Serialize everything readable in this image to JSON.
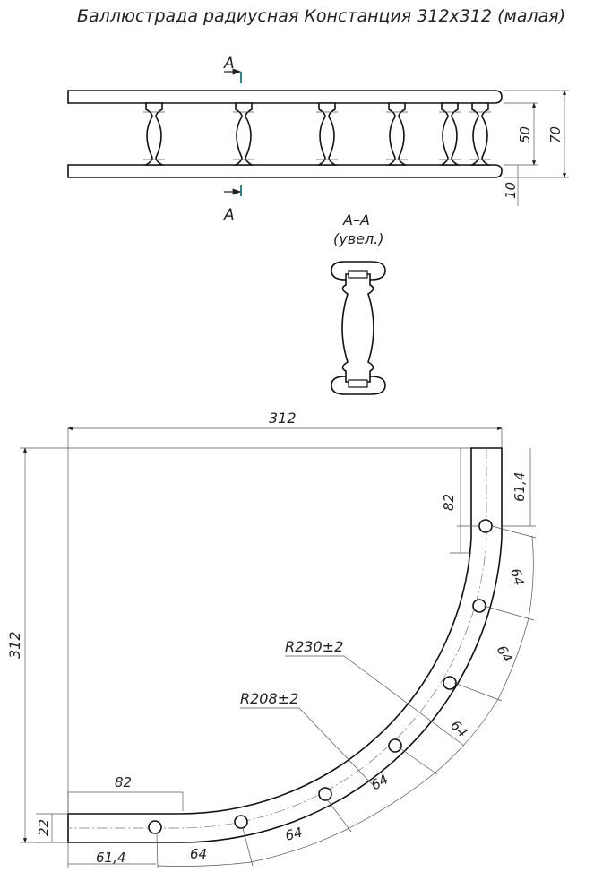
{
  "title": "Баллюстрада радиусная Констанция 312x312 (малая)",
  "section_label": "A",
  "section_view": {
    "title": "A–A",
    "subtitle": "(увел.)"
  },
  "side_view_dims": {
    "inner": "50",
    "outer": "70",
    "thickness": "10"
  },
  "plan_dims": {
    "width": "312",
    "height": "312",
    "offset_top": "82",
    "offset_left": "82",
    "edge_top": "61,4",
    "edge_left": "61,4",
    "strip": "22",
    "radius_outer": "R230±2",
    "radius_inner": "R208±2",
    "spacing": [
      "64",
      "64",
      "64",
      "64",
      "64",
      "64"
    ]
  },
  "colors": {
    "lines": "#222222",
    "hatch": "#444444"
  }
}
